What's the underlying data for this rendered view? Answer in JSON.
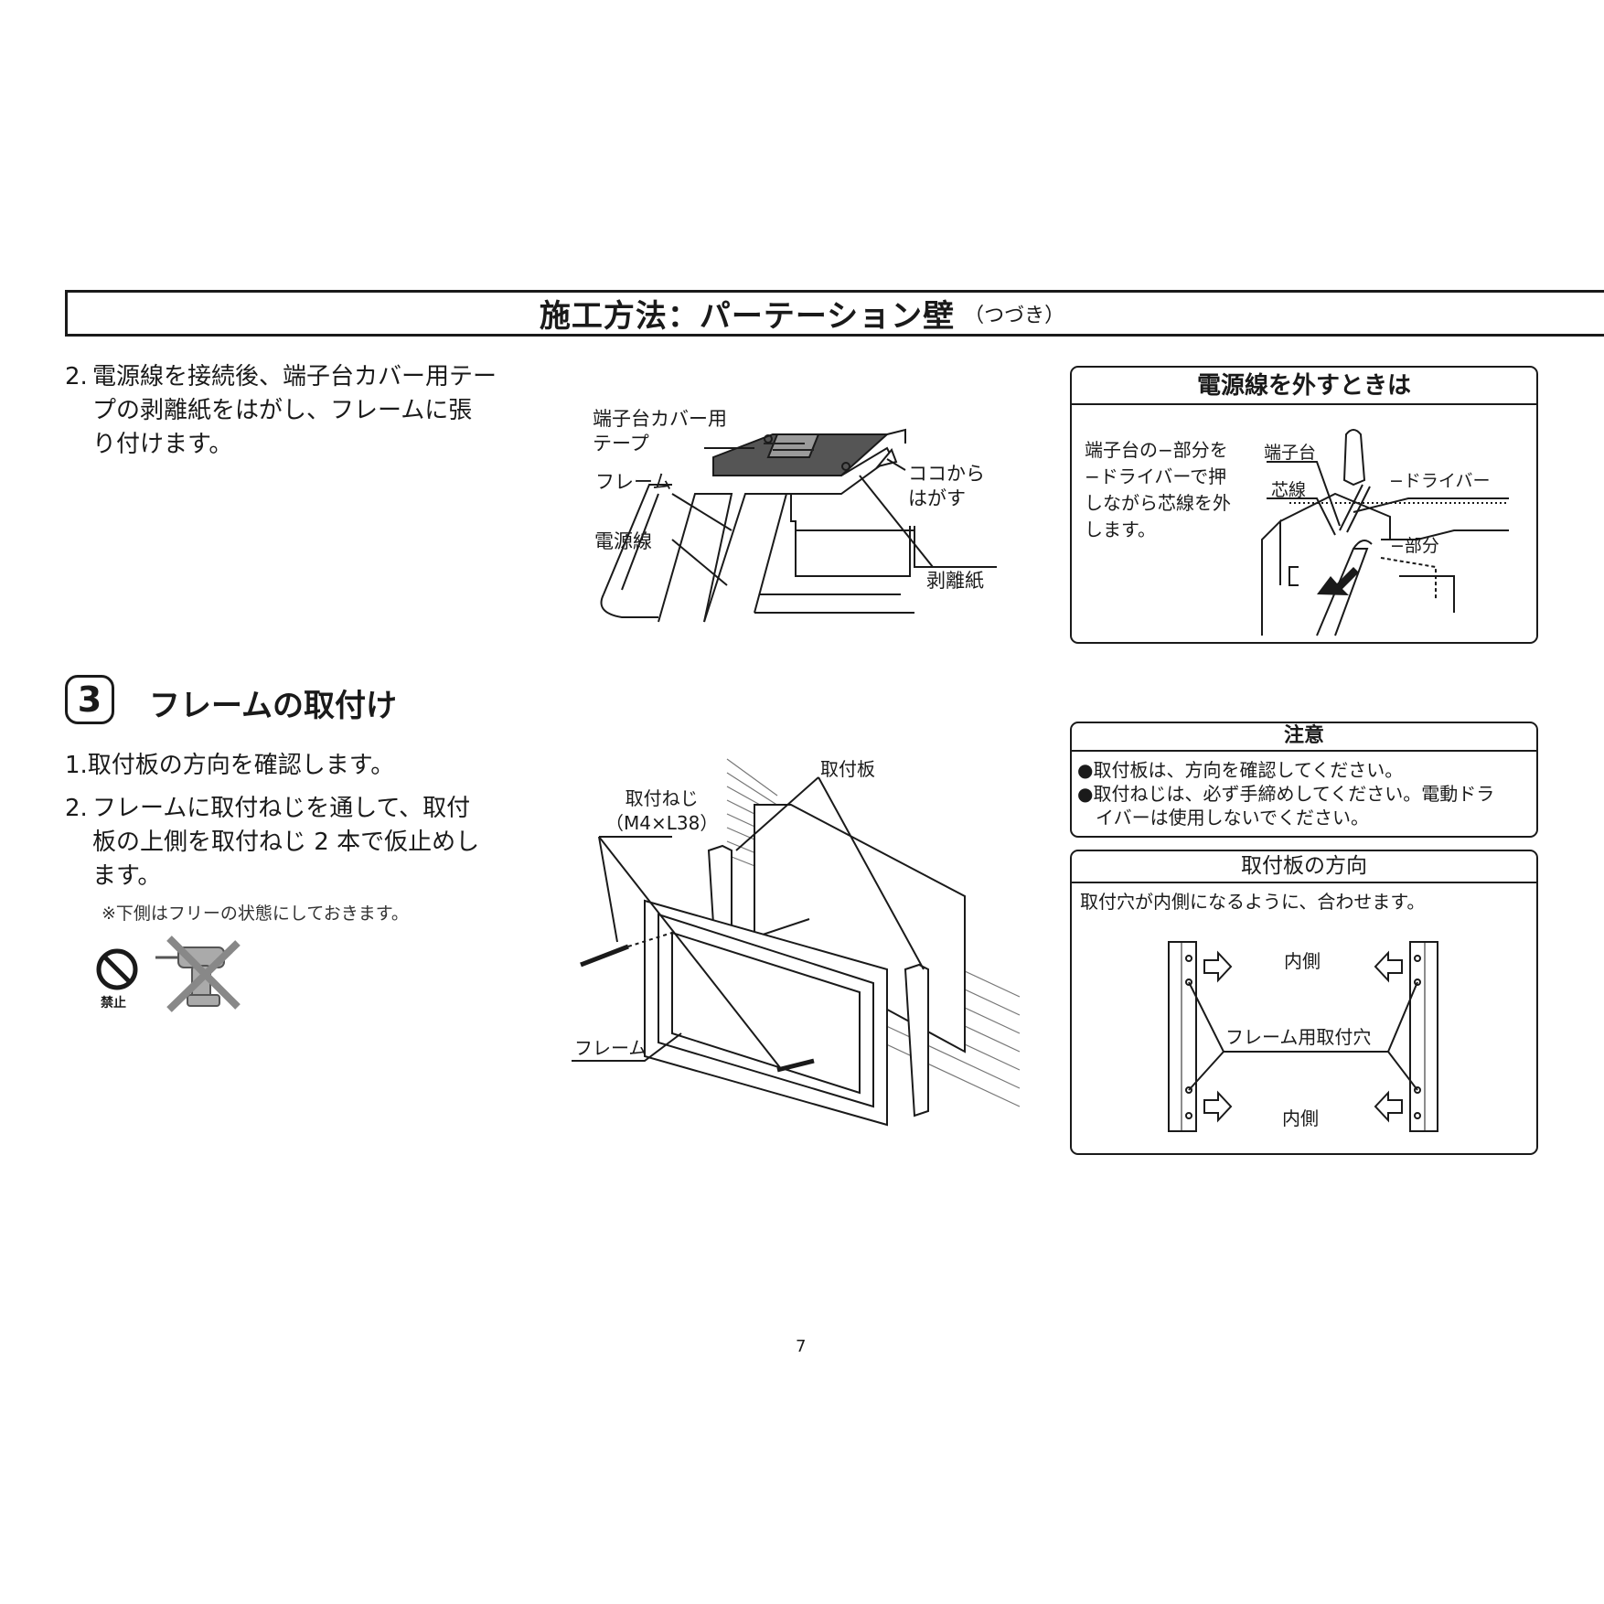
{
  "header": {
    "title": "施工方法：パーテーション壁",
    "subtitle": "（つづき）"
  },
  "step2_electric": {
    "number": "2.",
    "line1": "電源線を接続後、端子台カバー用テー",
    "line2": "プの剥離紙をはがし、フレームに張",
    "line3": "り付けます。"
  },
  "diagram1": {
    "label_tape_1": "端子台カバー用",
    "label_tape_2": "テープ",
    "label_frame": "フレーム",
    "label_wire": "電源線",
    "label_peel_1": "ココから",
    "label_peel_2": "はがす",
    "label_paper": "剥離紙"
  },
  "remove_box": {
    "title": "電源線を外すときは",
    "text_1": "端子台の−部分を",
    "text_2": "−ドライバーで押",
    "text_3": "しながら芯線を外",
    "text_4": "します。",
    "label_terminal": "端子台",
    "label_core": "芯線",
    "label_driver": "−ドライバー",
    "label_part": "−部分"
  },
  "section3": {
    "number": "3",
    "title": "フレームの取付け",
    "item1": "1.取付板の方向を確認します。",
    "item2_num": "2.",
    "item2_line1": "フレームに取付ねじを通して、取付",
    "item2_line2": "板の上側を取付ねじ 2 本で仮止めし",
    "item2_line3": "ます。",
    "note": "※下側はフリーの状態にしておきます。",
    "prohibit_label": "禁止"
  },
  "diagram2": {
    "label_screw_1": "取付ねじ",
    "label_screw_2": "（M4×L38）",
    "label_plate": "取付板",
    "label_frame": "フレーム"
  },
  "caution_box": {
    "title": "注意",
    "item1": "●取付板は、方向を確認してください。",
    "item2_line1": "●取付ねじは、必ず手締めしてください。電動ドラ",
    "item2_line2": "イバーは使用しないでください。"
  },
  "direction_box": {
    "title": "取付板の方向",
    "text": "取付穴が内側になるように、合わせます。",
    "label_inner_top": "内側",
    "label_hole": "フレーム用取付穴",
    "label_inner_bottom": "内側"
  },
  "page_number": "7"
}
